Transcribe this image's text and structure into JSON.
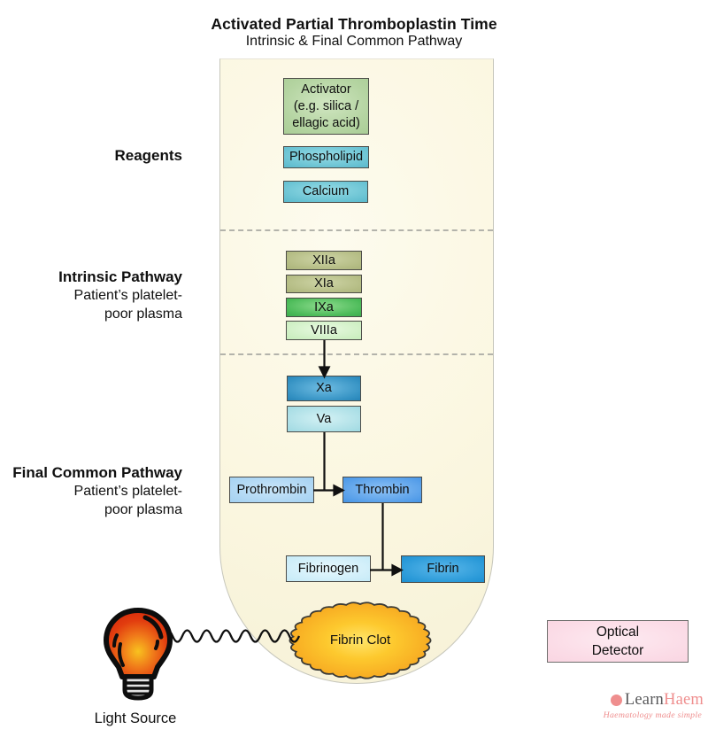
{
  "title": {
    "main": "Activated Partial Thromboplastin Time",
    "sub": "Intrinsic & Final Common Pathway"
  },
  "left_labels": {
    "reagents": "Reagents",
    "intrinsic_title": "Intrinsic Pathway",
    "intrinsic_sub1": "Patient’s platelet-",
    "intrinsic_sub2": "poor plasma",
    "final_title": "Final Common Pathway",
    "final_sub1": "Patient’s platelet-",
    "final_sub2": "poor plasma"
  },
  "tube": {
    "activator_line1": "Activator",
    "activator_line2": "(e.g. silica /",
    "activator_line3": "ellagic acid)",
    "phospholipid": "Phospholipid",
    "calcium": "Calcium",
    "xiia": "XIIa",
    "xia": "XIa",
    "ixa": "IXa",
    "viiia": "VIIIa",
    "xa": "Xa",
    "va": "Va",
    "prothrombin": "Prothrombin",
    "thrombin": "Thrombin",
    "fibrinogen": "Fibrinogen",
    "fibrin": "Fibrin",
    "clot": "Fibrin Clot"
  },
  "detector": {
    "line1": "Optical",
    "line2": "Detector"
  },
  "light_source_label": "Light Source",
  "brand": {
    "learn": "Learn",
    "haem": "Haem",
    "tagline": "Haematology made simple"
  },
  "colors": {
    "tube_fill": "#fbf7e1",
    "activator_green": "#a3c98f",
    "reagent_teal": "#4cb1c7",
    "factor_olive": "#a1ab71",
    "ixa_green": "#2da043",
    "viiia_pale_green": "#bdeab2",
    "xa_dark_blue": "#1171a8",
    "va_light_cyan": "#8fd2dc",
    "prothrombin_blue": "#99ccf0",
    "thrombin_blue": "#2f86e1",
    "fibrinogen_pale_blue": "#bce7f6",
    "fibrin_blue": "#0f85cb",
    "clot_orange": "#f5a01e",
    "clot_center_yellow": "#ffe56b",
    "detector_pink": "#f9d0de",
    "brand_pink": "#ef8e8e"
  }
}
